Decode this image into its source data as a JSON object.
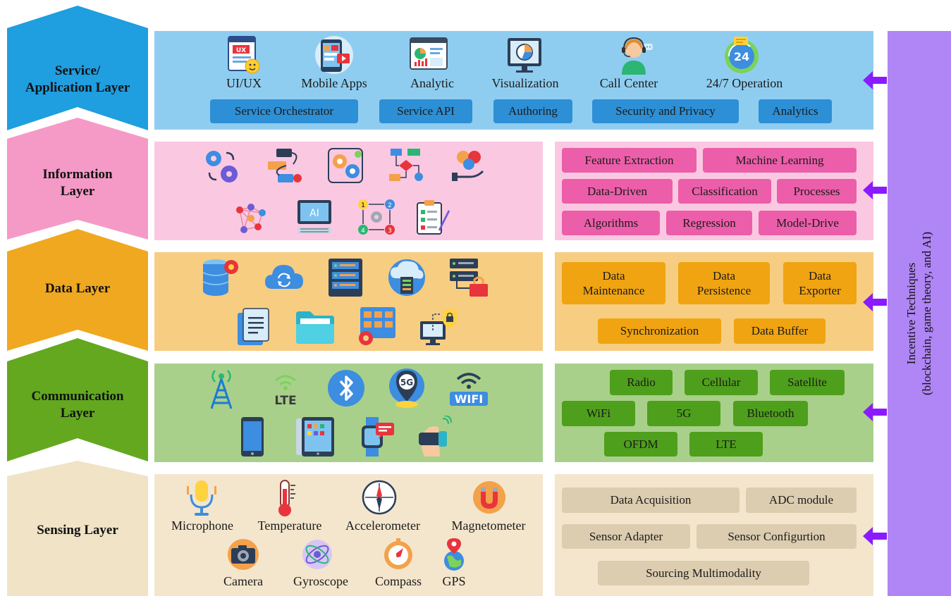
{
  "colors": {
    "service": "#1f9ee0",
    "service_panel": "#8fcdf0",
    "service_tag": "#2d8fd5",
    "information": "#f59ac6",
    "information_panel": "#fbc8e2",
    "information_tag": "#ec5ea9",
    "data": "#f0a820",
    "data_panel": "#f7cd82",
    "data_tag": "#f0a411",
    "communication": "#63a81f",
    "communication_panel": "#a8d08a",
    "communication_tag": "#4e9f1b",
    "sensing": "#f0e3c6",
    "sensing_panel": "#f3e6cc",
    "sensing_tag": "#dccdb0",
    "incentive": "#b085f5",
    "arrow": "#8a1bff"
  },
  "layers": {
    "service": {
      "title_line1": "Service/",
      "title_line2": "Application Layer",
      "icons": [
        {
          "label": "UI/UX",
          "icon": "ui-ux-window-icon"
        },
        {
          "label": "Mobile Apps",
          "icon": "mobile-apps-phone-icon"
        },
        {
          "label": "Analytic",
          "icon": "analytic-dashboard-icon"
        },
        {
          "label": "Visualization",
          "icon": "visualization-monitor-icon"
        },
        {
          "label": "Call Center",
          "icon": "call-center-agent-icon"
        },
        {
          "label": "24/7 Operation",
          "icon": "clock-24-7-icon"
        }
      ],
      "tags": [
        "Service Orchestrator",
        "Service API",
        "Authoring",
        "Security and Privacy",
        "Analytics"
      ]
    },
    "information": {
      "title_line1": "Information",
      "title_line2": "Layer",
      "icons": [
        "gears-icon",
        "workflow-icon",
        "process-gears-icon",
        "flowchart-icon",
        "hand-gears-icon",
        "network-nodes-icon",
        "ai-computer-icon",
        "process-steps-icon",
        "checklist-icon"
      ],
      "tags": [
        "Feature Extraction",
        "Machine Learning",
        "Data-Driven",
        "Classification",
        "Processes",
        "Algorithms",
        "Regression",
        "Model-Drive"
      ]
    },
    "data": {
      "title": "Data Layer",
      "icons": [
        "database-icon",
        "cloud-sync-icon",
        "server-rack-icon",
        "cloud-storage-icon",
        "server-lock-icon",
        "document-icon",
        "folder-icon",
        "file-manager-icon",
        "secure-computer-icon"
      ],
      "tags": [
        {
          "line1": "Data",
          "line2": "Maintenance"
        },
        {
          "line1": "Data",
          "line2": "Persistence"
        },
        {
          "line1": "Data",
          "line2": "Exporter"
        },
        {
          "line1": "Synchronization",
          "line2": ""
        },
        {
          "line1": "Data Buffer",
          "line2": ""
        }
      ]
    },
    "communication": {
      "title_line1": "Communication",
      "title_line2": "Layer",
      "icons": [
        "radio-tower-icon",
        "lte-icon",
        "bluetooth-icon",
        "5g-location-icon",
        "wifi-icon",
        "smartphone-icon",
        "tablet-icon",
        "smartwatch-icon",
        "vr-headset-icon"
      ],
      "tags": [
        "Radio",
        "Cellular",
        "Satellite",
        "WiFi",
        "5G",
        "Bluetooth",
        "OFDM",
        "LTE"
      ]
    },
    "sensing": {
      "title": "Sensing Layer",
      "icons": [
        {
          "label": "Microphone",
          "icon": "microphone-icon"
        },
        {
          "label": "Temperature",
          "icon": "thermometer-icon"
        },
        {
          "label": "Accelerometer",
          "icon": "accelerometer-icon"
        },
        {
          "label": "Magnetometer",
          "icon": "magnet-icon"
        },
        {
          "label": "Camera",
          "icon": "camera-icon"
        },
        {
          "label": "Gyroscope",
          "icon": "gyroscope-icon"
        },
        {
          "label": "Compass",
          "icon": "compass-icon"
        },
        {
          "label": "GPS",
          "icon": "gps-globe-icon"
        }
      ],
      "tags": [
        "Data Acquisition",
        "ADC module",
        "Sensor Adapter",
        "Sensor Configurtion",
        "Sourcing Multimodality"
      ]
    }
  },
  "incentive": {
    "line1": "Incentive Techniques",
    "line2": "(blockchain, game theory, and AI)"
  }
}
